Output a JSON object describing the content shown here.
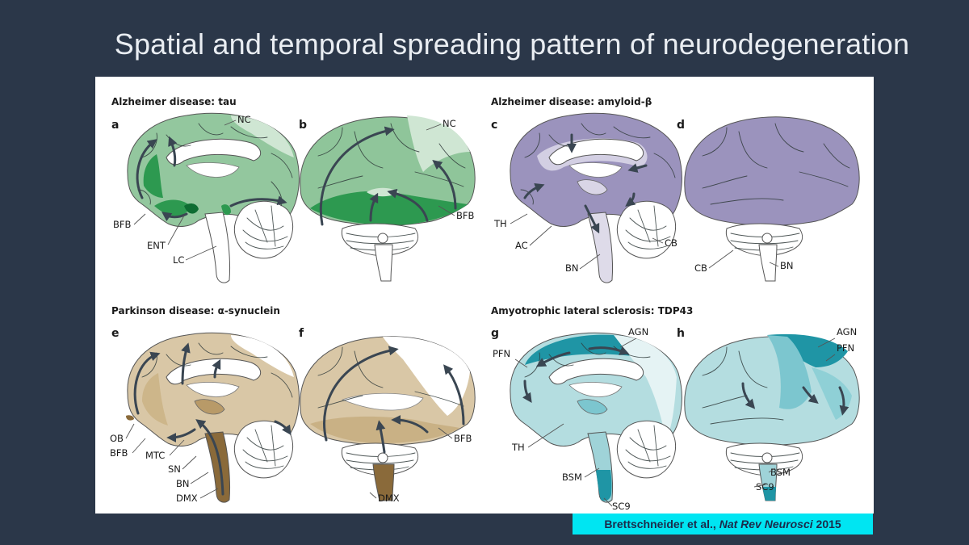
{
  "slide": {
    "title": "Spatial and temporal spreading pattern of neurodegeneration"
  },
  "citation": {
    "authors": "Brettschneider et al., ",
    "journal": "Nat Rev Neurosci",
    "year": " 2015"
  },
  "colors": {
    "background": "#2b3749",
    "tau": "#8fc59a",
    "tau_dark": "#1f8a45",
    "amyloid": "#9b93bd",
    "synuclein": "#d9c7a6",
    "synuclein_dark": "#8a6a3a",
    "tdp43": "#b4dde0",
    "tdp43_dark": "#1f95a5",
    "citation_bg": "#00e5f2"
  },
  "sections": [
    {
      "title": "Alzheimer disease: tau"
    },
    {
      "title": "Alzheimer disease: amyloid-β"
    },
    {
      "title": "Parkinson disease: α-synuclein"
    },
    {
      "title": "Amyotrophic lateral sclerosis: TDP43"
    }
  ],
  "panels": [
    {
      "letter": "a",
      "labels": [
        "NC",
        "BFB",
        "ENT",
        "LC"
      ]
    },
    {
      "letter": "b",
      "labels": [
        "NC",
        "BFB"
      ]
    },
    {
      "letter": "c",
      "labels": [
        "TH",
        "AC",
        "BN",
        "CB"
      ]
    },
    {
      "letter": "d",
      "labels": [
        "CB",
        "BN"
      ]
    },
    {
      "letter": "e",
      "labels": [
        "OB",
        "BFB",
        "MTC",
        "SN",
        "BN",
        "DMX"
      ]
    },
    {
      "letter": "f",
      "labels": [
        "BFB",
        "DMX"
      ]
    },
    {
      "letter": "g",
      "labels": [
        "AGN",
        "PFN",
        "TH",
        "BSM",
        "SC9"
      ]
    },
    {
      "letter": "h",
      "labels": [
        "AGN",
        "PFN",
        "BSM",
        "SC9"
      ]
    }
  ]
}
